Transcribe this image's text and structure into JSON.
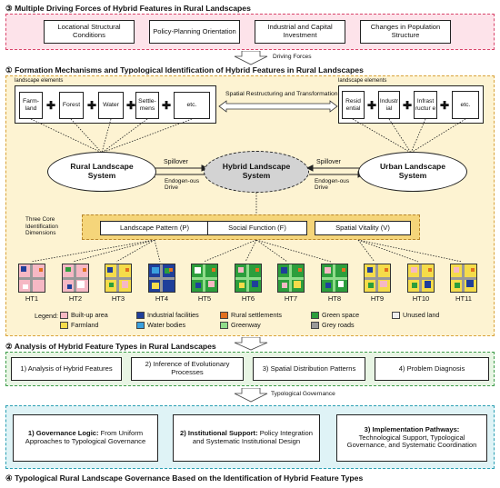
{
  "s3": {
    "title": "③ Multiple Driving Forces of Hybrid Features in Rural Landscapes",
    "boxes": [
      "Locational Structural Conditions",
      "Policy-Planning Orientation",
      "Industrial and Capital Investment",
      "Changes in Population Structure"
    ],
    "arrow_label": "Driving Forces"
  },
  "s1": {
    "title": "① Formation Mechanisms and Typological Identification of Hybrid Features in Rural Landscapes",
    "left_group_label": "landscape elements",
    "right_group_label": "landscape elements",
    "left_elements": [
      "Farm-land",
      "Forest",
      "Water",
      "Settle-mens",
      "etc."
    ],
    "right_elements": [
      "Resid ential",
      "Industr ial",
      "Infrast ructur e",
      "etc."
    ],
    "transform_label": "Spatial Restructuring and Transformation",
    "rural_system": "Rural Landscape System",
    "hybrid_system": "Hybrid Landscape System",
    "urban_system": "Urban Landscape System",
    "spillover_left": "Spillover",
    "spillover_right": "Spillover",
    "endogenous_left": "Endogen-ous Drive",
    "endogenous_right": "Endogen-ous Drive",
    "dimensions_label": "Three Core Identification Dimensions",
    "dimensions": [
      "Landscape Pattern (P)",
      "Social Function (F)",
      "Spatial Vitality (V)"
    ],
    "ht_labels": [
      "HT1",
      "HT2",
      "HT3",
      "HT4",
      "HT5",
      "HT6",
      "HT7",
      "HT8",
      "HT9",
      "HT10",
      "HT11"
    ],
    "legend_title": "Legend:",
    "legend": [
      {
        "label": "Built-up area",
        "color": "#f6b8c4"
      },
      {
        "label": "Industrial facilities",
        "color": "#1f3f9a"
      },
      {
        "label": "Rural settlements",
        "color": "#e2701f"
      },
      {
        "label": "Green space",
        "color": "#2c9e3c"
      },
      {
        "label": "Unused land",
        "color": "#eeeeee"
      },
      {
        "label": "Farmland",
        "color": "#f5dc4a"
      },
      {
        "label": "Water bodies",
        "color": "#3aa0de"
      },
      {
        "label": "Greenway",
        "color": "#8fdc8a"
      },
      {
        "label": "Grey roads",
        "color": "#999999"
      }
    ]
  },
  "s2": {
    "title": "② Analysis of Hybrid Feature Types in Rural Landscapes",
    "boxes": [
      "1) Analysis of Hybrid Features",
      "2) Inference of Evolutionary Processes",
      "3) Spatial Distribution Patterns",
      "4) Problem Diagnosis"
    ],
    "arrow_label": "Typological Governance"
  },
  "s4": {
    "gov_bold_1": "1) Governance Logic:",
    "gov_text_1": " From Uniform Approaches to Typological Governance",
    "gov_bold_2": "2) Institutional Support:",
    "gov_text_2": " Policy Integration and Systematic Institutional Design",
    "gov_bold_3": "3) Implementation Pathways:",
    "gov_text_3": " Technological Support, Typological Governance, and Systematic Coordination",
    "title": "④ Typological Rural Landscape Governance Based on the Identification of Hybrid Feature Types"
  },
  "colors": {
    "pink_bg": "#fde3ea",
    "pink_border": "#d9456b",
    "yellow_bg": "#fdf3d2",
    "yellow_border": "#d9a33a",
    "green_bg": "#e8f5e4",
    "green_border": "#3e9c4a",
    "blue_bg": "#dff3f6",
    "blue_border": "#2a9fb3",
    "hybrid_fill": "#d3d3d3"
  }
}
